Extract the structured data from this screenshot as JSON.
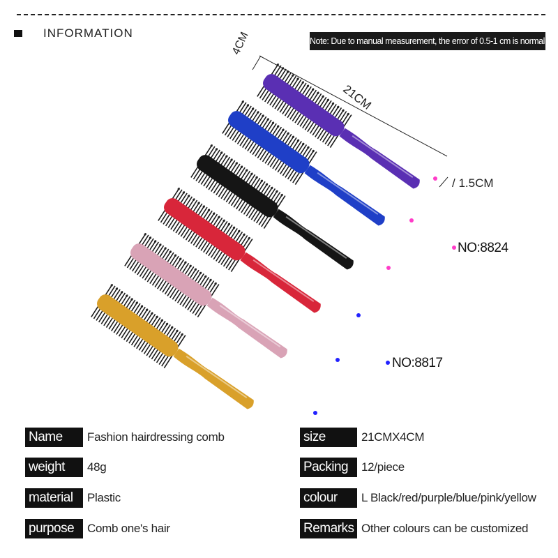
{
  "header": {
    "title": "INFORMATION",
    "note": "Note: Due to manual measurement, the error of 0.5-1 cm is normal."
  },
  "dimensions": {
    "width": "4CM",
    "length": "21CM",
    "handle": "1.5CM"
  },
  "models": {
    "top": "NO:8824",
    "bottom": "NO:8817"
  },
  "brush_colors": {
    "purple": "#5a2fb3",
    "blue": "#1f3fc7",
    "black": "#151515",
    "red": "#d8263a",
    "pink": "#d9a3b6",
    "gold": "#d9a02a"
  },
  "specs": {
    "name": {
      "label": "Name",
      "value": "Fashion hairdressing comb"
    },
    "weight": {
      "label": "weight",
      "value": "48g"
    },
    "material": {
      "label": "material",
      "value": "Plastic"
    },
    "purpose": {
      "label": "purpose",
      "value": "Comb one's hair"
    },
    "size": {
      "label": "size",
      "value": "21CMX4CM"
    },
    "packing": {
      "label": "Packing",
      "value": "12/piece"
    },
    "colour": {
      "label": "colour",
      "value": "L Black/red/purple/blue/pink/yellow"
    },
    "remarks": {
      "label": "Remarks",
      "value": "Other colours can be customized"
    }
  }
}
